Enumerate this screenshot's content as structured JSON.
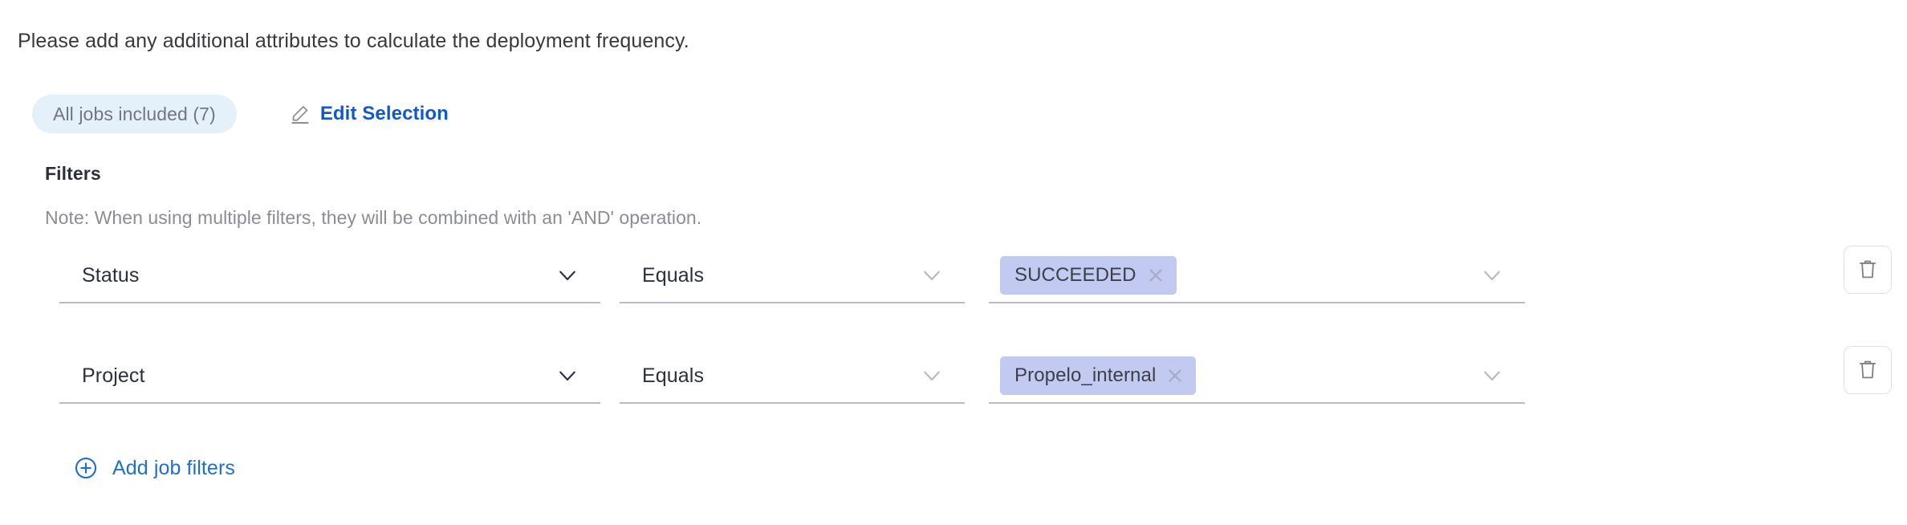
{
  "colors": {
    "accent_link": "#1f6fd0",
    "edit_link": "#1159c9",
    "jobs_chip_bg": "#e4f1fb",
    "value_chip_bg": "#c3caf2",
    "field_underline": "#b9bcc2",
    "text_primary": "#2b2f42",
    "text_muted": "#8a8d94",
    "page_bg": "#ffffff"
  },
  "intro": {
    "text": "Please add any additional attributes to calculate the deployment frequency."
  },
  "selection": {
    "jobs_chip_label": "All jobs included (7)",
    "edit_label": "Edit Selection",
    "edit_icon": "pencil-icon"
  },
  "filters": {
    "title": "Filters",
    "note": "Note: When using multiple filters, they will be combined with an 'AND' operation.",
    "add_label": "Add job filters",
    "add_icon": "plus-circle-icon",
    "delete_icon": "trash-icon",
    "chevron_icon": "chevron-down-icon",
    "chip_remove_icon": "close-icon",
    "rows": [
      {
        "attribute": "Status",
        "operator": "Equals",
        "values": [
          "SUCCEEDED"
        ]
      },
      {
        "attribute": "Project",
        "operator": "Equals",
        "values": [
          "Propelo_internal"
        ]
      }
    ]
  }
}
